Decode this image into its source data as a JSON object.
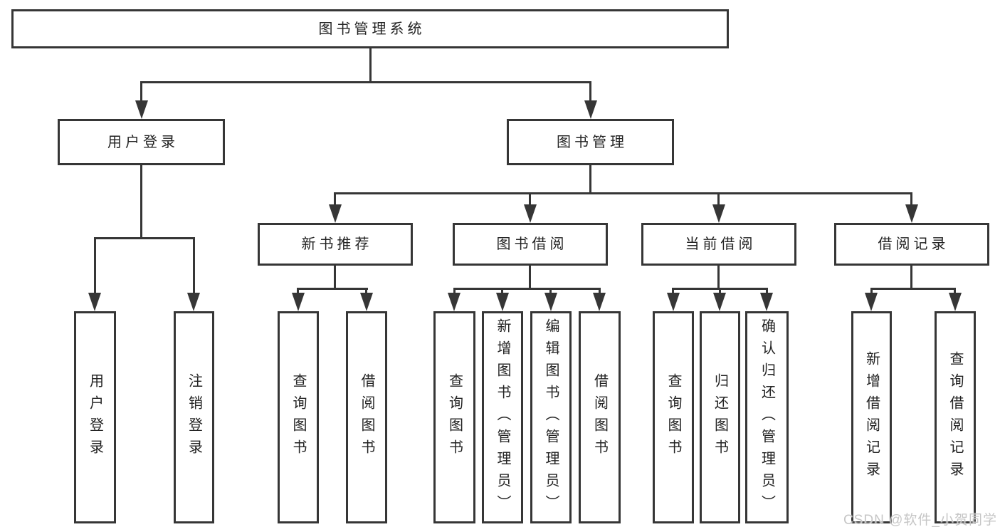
{
  "diagram": {
    "type": "hierarchy-tree",
    "title": "图书管理系统",
    "nodes": {
      "root": "图书管理系统",
      "user_login": "用户登录",
      "book_mgmt": "图书管理",
      "new_book_rec": "新书推荐",
      "book_borrow": "图书借阅",
      "current_borrow": "当前借阅",
      "borrow_record": "借阅记录",
      "ul_user_login": "用户登录",
      "ul_logout": "注销登录",
      "nb_query": "查询图书",
      "nb_borrow": "借阅图书",
      "bb_query": "查询图书",
      "bb_add": "新增图书（管理员）",
      "bb_edit": "编辑图书（管理员）",
      "bb_borrow": "借阅图书",
      "cb_query": "查询图书",
      "cb_return": "归还图书",
      "cb_confirm": "确认归还（管理员）",
      "br_add": "新增借阅记录",
      "br_query": "查询借阅记录"
    },
    "hierarchy": {
      "图书管理系统": {
        "用户登录": [
          "用户登录",
          "注销登录"
        ],
        "图书管理": {
          "新书推荐": [
            "查询图书",
            "借阅图书"
          ],
          "图书借阅": [
            "查询图书",
            "新增图书（管理员）",
            "编辑图书（管理员）",
            "借阅图书"
          ],
          "当前借阅": [
            "查询图书",
            "归还图书",
            "确认归还（管理员）"
          ],
          "借阅记录": [
            "新增借阅记录",
            "查询借阅记录"
          ]
        }
      }
    },
    "colors": {
      "background": "#ffffff",
      "line": "#363636",
      "text": "#232323",
      "watermark": "#c6c6c6"
    },
    "watermark": "CSDN @软件_小贺同学"
  }
}
